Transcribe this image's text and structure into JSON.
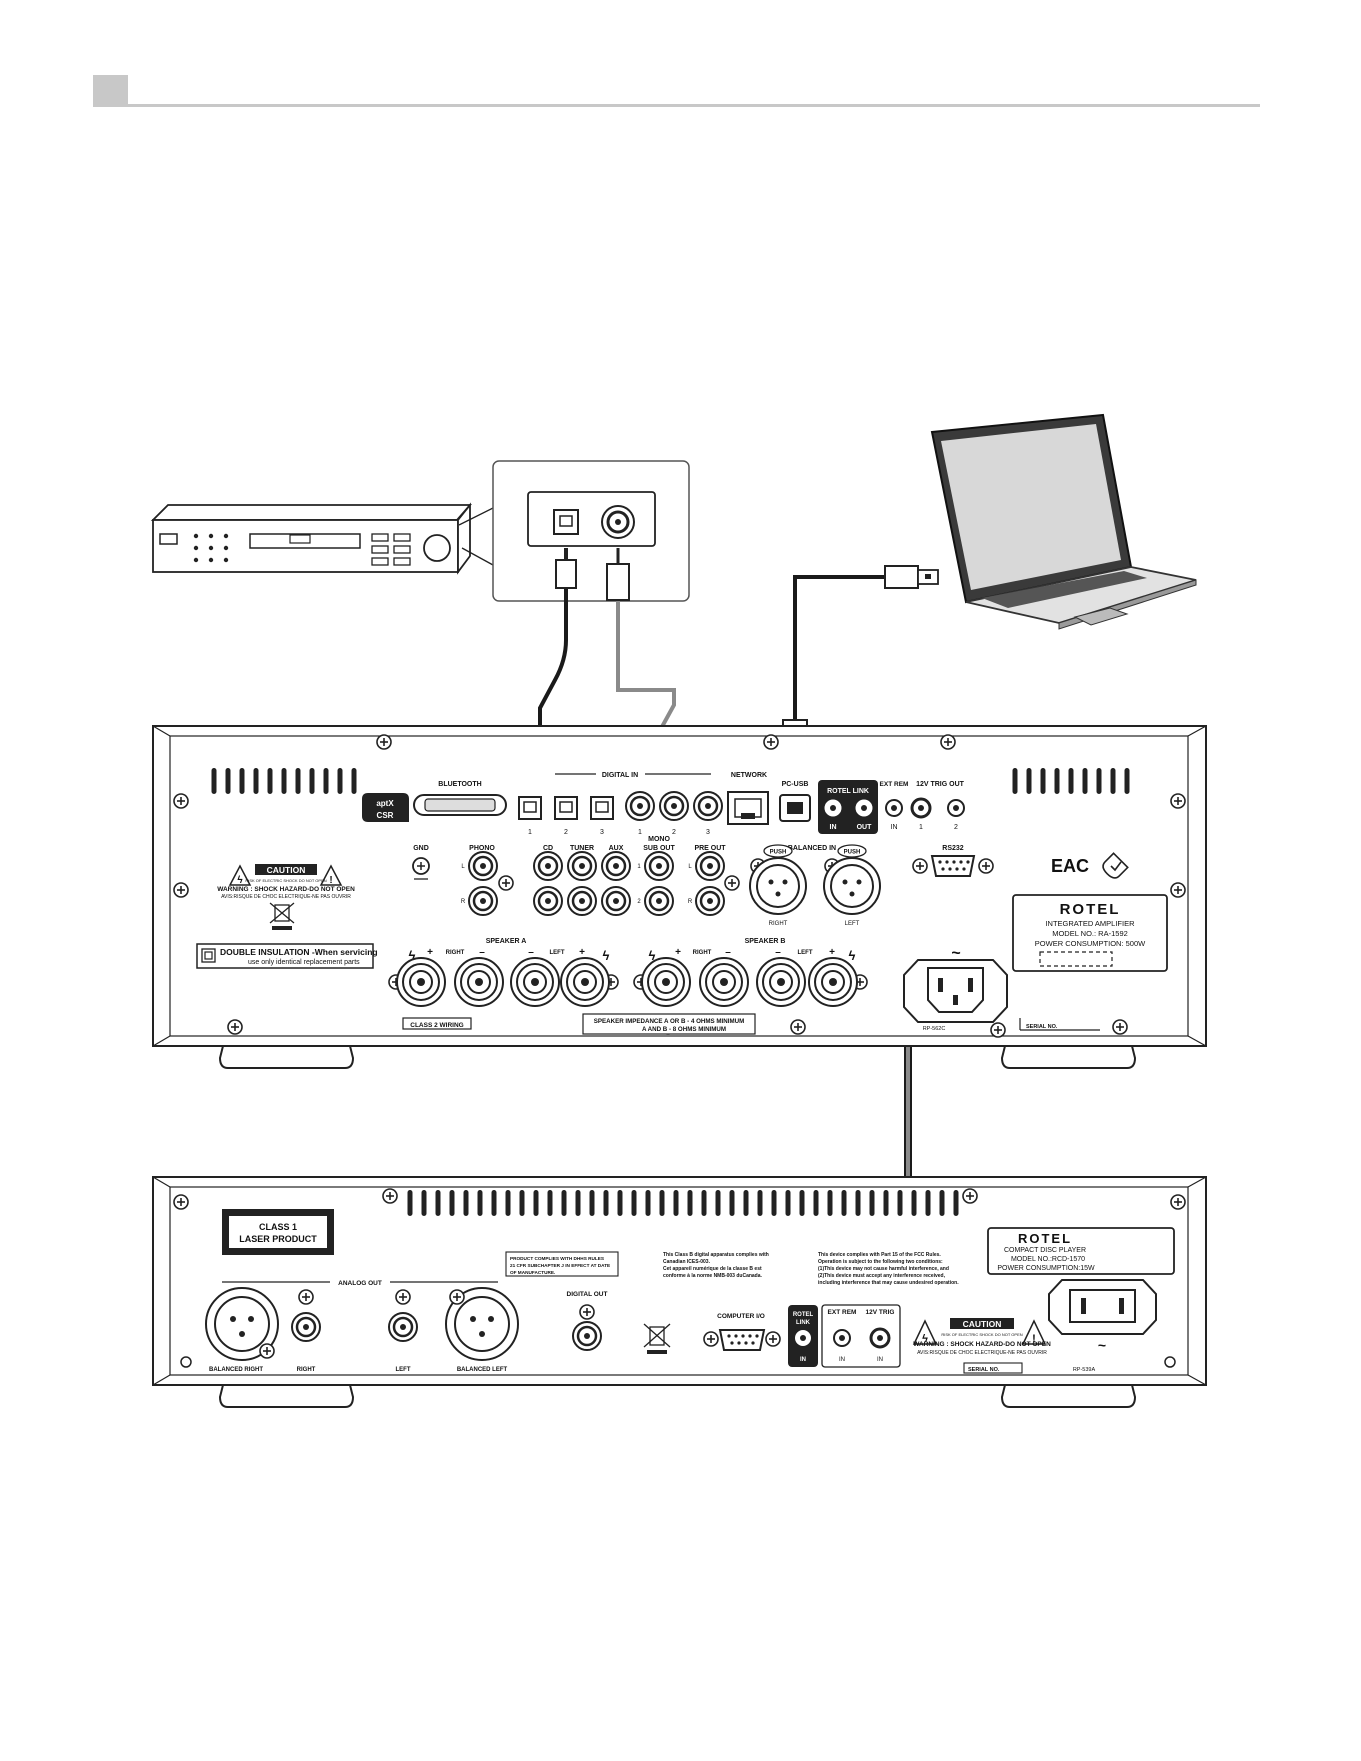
{
  "source": {
    "icon": "cd-transport-icon"
  },
  "laptop": {
    "icon": "laptop-icon"
  },
  "amp": {
    "bluetooth": "BLUETOOTH",
    "digital_in": "DIGITAL IN",
    "digital_in_nums": [
      "1",
      "2",
      "3"
    ],
    "coax_nums": [
      "1",
      "2",
      "3"
    ],
    "network": "NETWORK",
    "pc_usb": "PC-USB",
    "rotel_link": "ROTEL LINK",
    "link_in": "IN",
    "link_out": "OUT",
    "ext_rem": "EXT REM",
    "ext_in": "IN",
    "trig_out": "12V TRIG OUT",
    "trig_nums": [
      "1",
      "2"
    ],
    "caution": "CAUTION",
    "caution_sub": "RISK OF ELECTRIC SHOCK DO NOT OPEN",
    "warning": "WARNING : SHOCK HAZARD-DO NOT OPEN",
    "avis": "AVIS:RISQUE DE CHOC ELECTRIQUE-NE PAS OUVRIR",
    "gnd": "GND",
    "phono": "PHONO",
    "l": "L",
    "r": "R",
    "cd": "CD",
    "tuner": "TUNER",
    "aux": "AUX",
    "mono": "MONO",
    "sub_out": "SUB OUT",
    "sub_nums": [
      "1",
      "2"
    ],
    "pre_out": "PRE OUT",
    "push": "PUSH",
    "balanced_in": "BALANCED IN",
    "right": "RIGHT",
    "left": "LEFT",
    "rs232": "RS232",
    "eac": "EAC",
    "brand": "ROTEL",
    "model_type": "INTEGRATED AMPLIFIER",
    "model_no": "MODEL NO.: RA-1592",
    "power": "POWER CONSUMPTION: 500W",
    "double_insulation": "DOUBLE INSULATION -When servicing",
    "double_insulation2": "use only identical replacement parts",
    "speaker_a": "SPEAKER A",
    "speaker_b": "SPEAKER B",
    "plus": "+",
    "minus": "–",
    "class2": "CLASS 2 WIRING",
    "impedance1": "SPEAKER IMPEDANCE  A  OR  B - 4 OHMS MINIMUM",
    "impedance2": "A AND B - 8 OHMS MINIMUM",
    "rp": "RP-562C",
    "serial": "SERIAL NO.",
    "tilde": "~"
  },
  "cd": {
    "class1": "CLASS 1",
    "laser": "LASER PRODUCT",
    "analog_out": "ANALOG OUT",
    "rohs1": "PRODUCT COMPLIES WITH DHHS RULES",
    "rohs2": "21 CFR SUBCHAPTER J IN EFFECT AT DATE",
    "rohs3": "OF MANUFACTURE.",
    "classb1": "This Class B digital apparatus complies with",
    "classb2": "Canadian ICES-003.",
    "classb3": "Cet appareil numérique de la classe B est",
    "classb4": "conforme à la norme NMB-003 duCanada.",
    "fcc1": "This device complies with Part 15 of the FCC Rules.",
    "fcc2": "Operation is subject to the following two conditions:",
    "fcc3": "(1)This device may not cause harmful interference, and",
    "fcc4": "(2)This device must accept any interference received,",
    "fcc5": "including interference that may cause undesired operation.",
    "brand": "ROTEL",
    "model_type": "COMPACT DISC PLAYER",
    "model_no": "MODEL NO.:RCD-1570",
    "power": "POWER CONSUMPTION:15W",
    "digital_out": "DIGITAL OUT",
    "computer_io": "COMPUTER I/O",
    "rotel": "ROTEL",
    "link": "LINK",
    "ext_rem": "EXT REM",
    "trig": "12V TRIG",
    "in": "IN",
    "balanced_right": "BALANCED RIGHT",
    "right": "RIGHT",
    "left": "LEFT",
    "balanced_left": "BALANCED LEFT",
    "caution": "CAUTION",
    "caution_sub": "RISK OF ELECTRIC SHOCK DO NOT OPEN",
    "warning": "WARNING : SHOCK HAZARD-DO NOT OPEN",
    "avis": "AVIS:RISQUE DE CHOC ELECTRIQUE-NE PAS OUVRIR",
    "serial": "SERIAL NO.",
    "rp": "RP-539A",
    "tilde": "~"
  },
  "colors": {
    "line": "#1a1a1a",
    "gray_cable": "#8a8a8a",
    "header_gray": "#c8c8c8"
  }
}
